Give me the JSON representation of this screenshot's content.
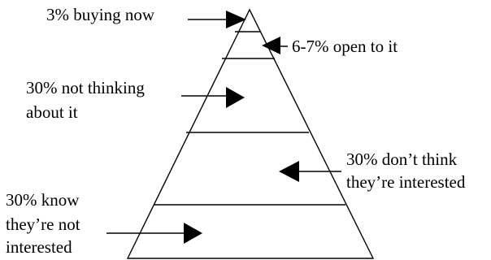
{
  "diagram": {
    "labels": {
      "buying_now": "3% buying now",
      "open_to_it": "6-7% open to it",
      "not_thinking_line1": "30% not thinking",
      "not_thinking_line2": "about it",
      "dont_think_line1": "30% don’t think",
      "dont_think_line2": "they’re interested",
      "know_not_line1": "30% know",
      "know_not_line2": "they’re not",
      "know_not_line3": "interested"
    }
  }
}
